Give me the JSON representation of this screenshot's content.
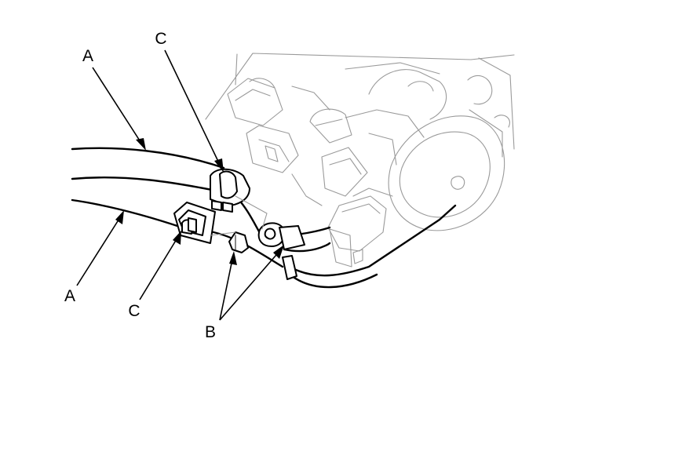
{
  "diagram": {
    "callouts": [
      {
        "id": "a_top",
        "label": "A"
      },
      {
        "id": "c_top",
        "label": "C"
      },
      {
        "id": "a_bottom",
        "label": "A"
      },
      {
        "id": "c_bottom",
        "label": "C"
      },
      {
        "id": "b",
        "label": "B"
      }
    ]
  }
}
